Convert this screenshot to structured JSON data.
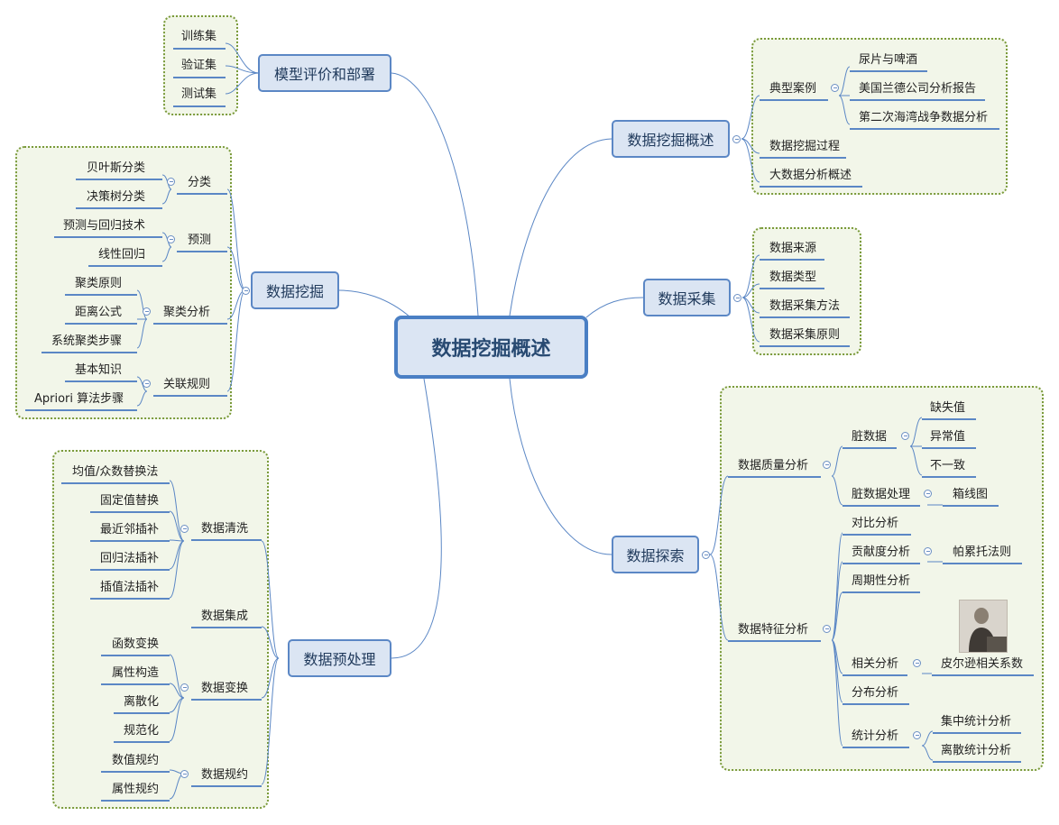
{
  "root": "数据挖掘概述",
  "branches": {
    "model_eval": {
      "title": "模型评价和部署",
      "items": [
        "训练集",
        "验证集",
        "测试集"
      ]
    },
    "overview": {
      "title": "数据挖掘概述",
      "typical_cases": {
        "label": "典型案例",
        "items": [
          "尿片与啤酒",
          "美国兰德公司分析报告",
          "第二次海湾战争数据分析"
        ]
      },
      "process": "数据挖掘过程",
      "big_data": "大数据分析概述"
    },
    "mining": {
      "title": "数据挖掘",
      "classification": {
        "label": "分类",
        "items": [
          "贝叶斯分类",
          "决策树分类"
        ]
      },
      "prediction": {
        "label": "预测",
        "items": [
          "预测与回归技术",
          "线性回归"
        ]
      },
      "clustering": {
        "label": "聚类分析",
        "items": [
          "聚类原则",
          "距离公式",
          "系统聚类步骤"
        ]
      },
      "association": {
        "label": "关联规则",
        "items": [
          "基本知识",
          "Apriori 算法步骤"
        ]
      }
    },
    "collection": {
      "title": "数据采集",
      "items": [
        "数据来源",
        "数据类型",
        "数据采集方法",
        "数据采集原则"
      ]
    },
    "preprocess": {
      "title": "数据预处理",
      "cleaning": {
        "label": "数据清洗",
        "items": [
          "均值/众数替换法",
          "固定值替换",
          "最近邻插补",
          "回归法插补",
          "插值法插补"
        ]
      },
      "integration": "数据集成",
      "transform": {
        "label": "数据变换",
        "items": [
          "函数变换",
          "属性构造",
          "离散化",
          "规范化"
        ]
      },
      "reduction": {
        "label": "数据规约",
        "items": [
          "数值规约",
          "属性规约"
        ]
      }
    },
    "exploration": {
      "title": "数据探索",
      "quality": {
        "label": "数据质量分析",
        "dirty": {
          "label": "脏数据",
          "items": [
            "缺失值",
            "异常值",
            "不一致"
          ]
        },
        "dirty_processing": {
          "label": "脏数据处理",
          "item": "箱线图"
        }
      },
      "features": {
        "label": "数据特征分析",
        "contrast": "对比分析",
        "contribution": {
          "label": "贡献度分析",
          "item": "帕累托法则"
        },
        "periodicity": "周期性分析",
        "correlation": {
          "label": "相关分析",
          "item": "皮尔逊相关系数"
        },
        "distribution": "分布分析",
        "statistics": {
          "label": "统计分析",
          "items": [
            "集中统计分析",
            "离散统计分析"
          ]
        }
      }
    }
  },
  "colors": {
    "topic_fill": "#dbe5f3",
    "topic_border": "#5b87c5",
    "box_fill": "#f2f6e9",
    "box_border": "#7a9a3a",
    "line": "#5b87c5"
  }
}
